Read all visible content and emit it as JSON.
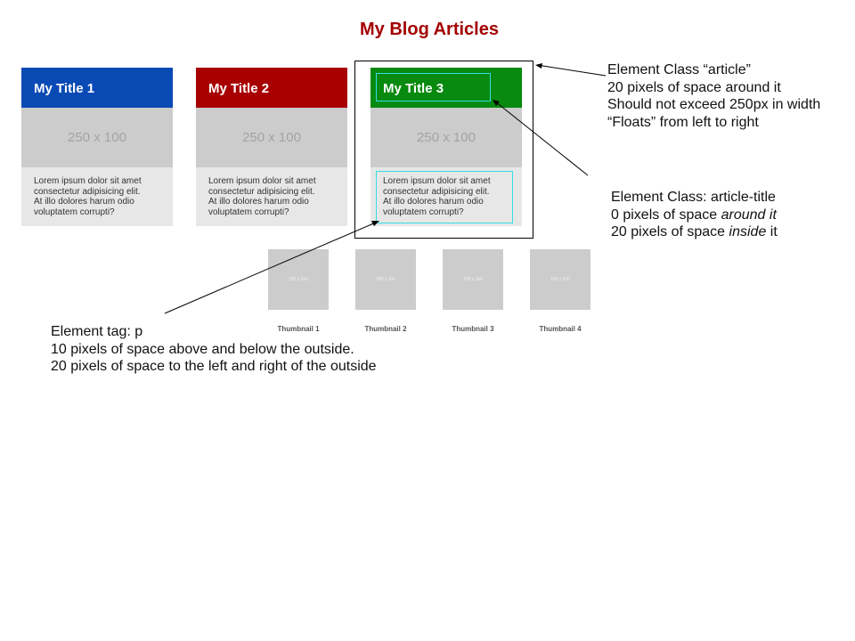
{
  "page_title": "My Blog Articles",
  "articles": [
    {
      "title": "My Title 1",
      "header_color": "#0a4ab5",
      "image_label": "250 x 100",
      "text_lines": [
        "Lorem ipsum dolor sit amet",
        "consectetur adipisicing elit.",
        "At illo dolores harum odio",
        "voluptatem corrupti?"
      ]
    },
    {
      "title": "My Title 2",
      "header_color": "#a80000",
      "image_label": "250 x 100",
      "text_lines": [
        "Lorem ipsum dolor sit amet",
        "consectetur adipisicing elit.",
        "At illo dolores harum odio",
        "voluptatem corrupti?"
      ]
    },
    {
      "title": "My Title 3",
      "header_color": "#078a0f",
      "image_label": "250 x 100",
      "text_lines": [
        "Lorem ipsum dolor sit amet",
        "consectetur adipisicing elit.",
        "At illo dolores harum odio",
        "voluptatem corrupti?"
      ]
    }
  ],
  "thumbnails": [
    {
      "image_label": "100 x 100",
      "caption": "Thumbnail 1"
    },
    {
      "image_label": "100 x 100",
      "caption": "Thumbnail 2"
    },
    {
      "image_label": "100 x 100",
      "caption": "Thumbnail 3"
    },
    {
      "image_label": "100 x 100",
      "caption": "Thumbnail 4"
    }
  ],
  "annotations": {
    "article": {
      "line1": "Element Class “article”",
      "line2": "20 pixels of space around it",
      "line3": "Should not exceed 250px in width",
      "line4": "“Floats” from left to right"
    },
    "article_title": {
      "line1": "Element Class: article-title",
      "line2_prefix": "0 pixels of space ",
      "line2_emph": "around it",
      "line3_prefix": "20 pixels of space ",
      "line3_emph": "inside",
      "line3_suffix": " it"
    },
    "p_tag": {
      "line1": "Element tag: p",
      "line2": "10 pixels of space above and below the outside.",
      "line3": "20 pixels of space to the left and right of the outside"
    }
  },
  "colors": {
    "title": "#a30000",
    "highlight": "#33dde8",
    "card_body": "#e7e7e7",
    "image_placeholder": "#cccccc"
  }
}
